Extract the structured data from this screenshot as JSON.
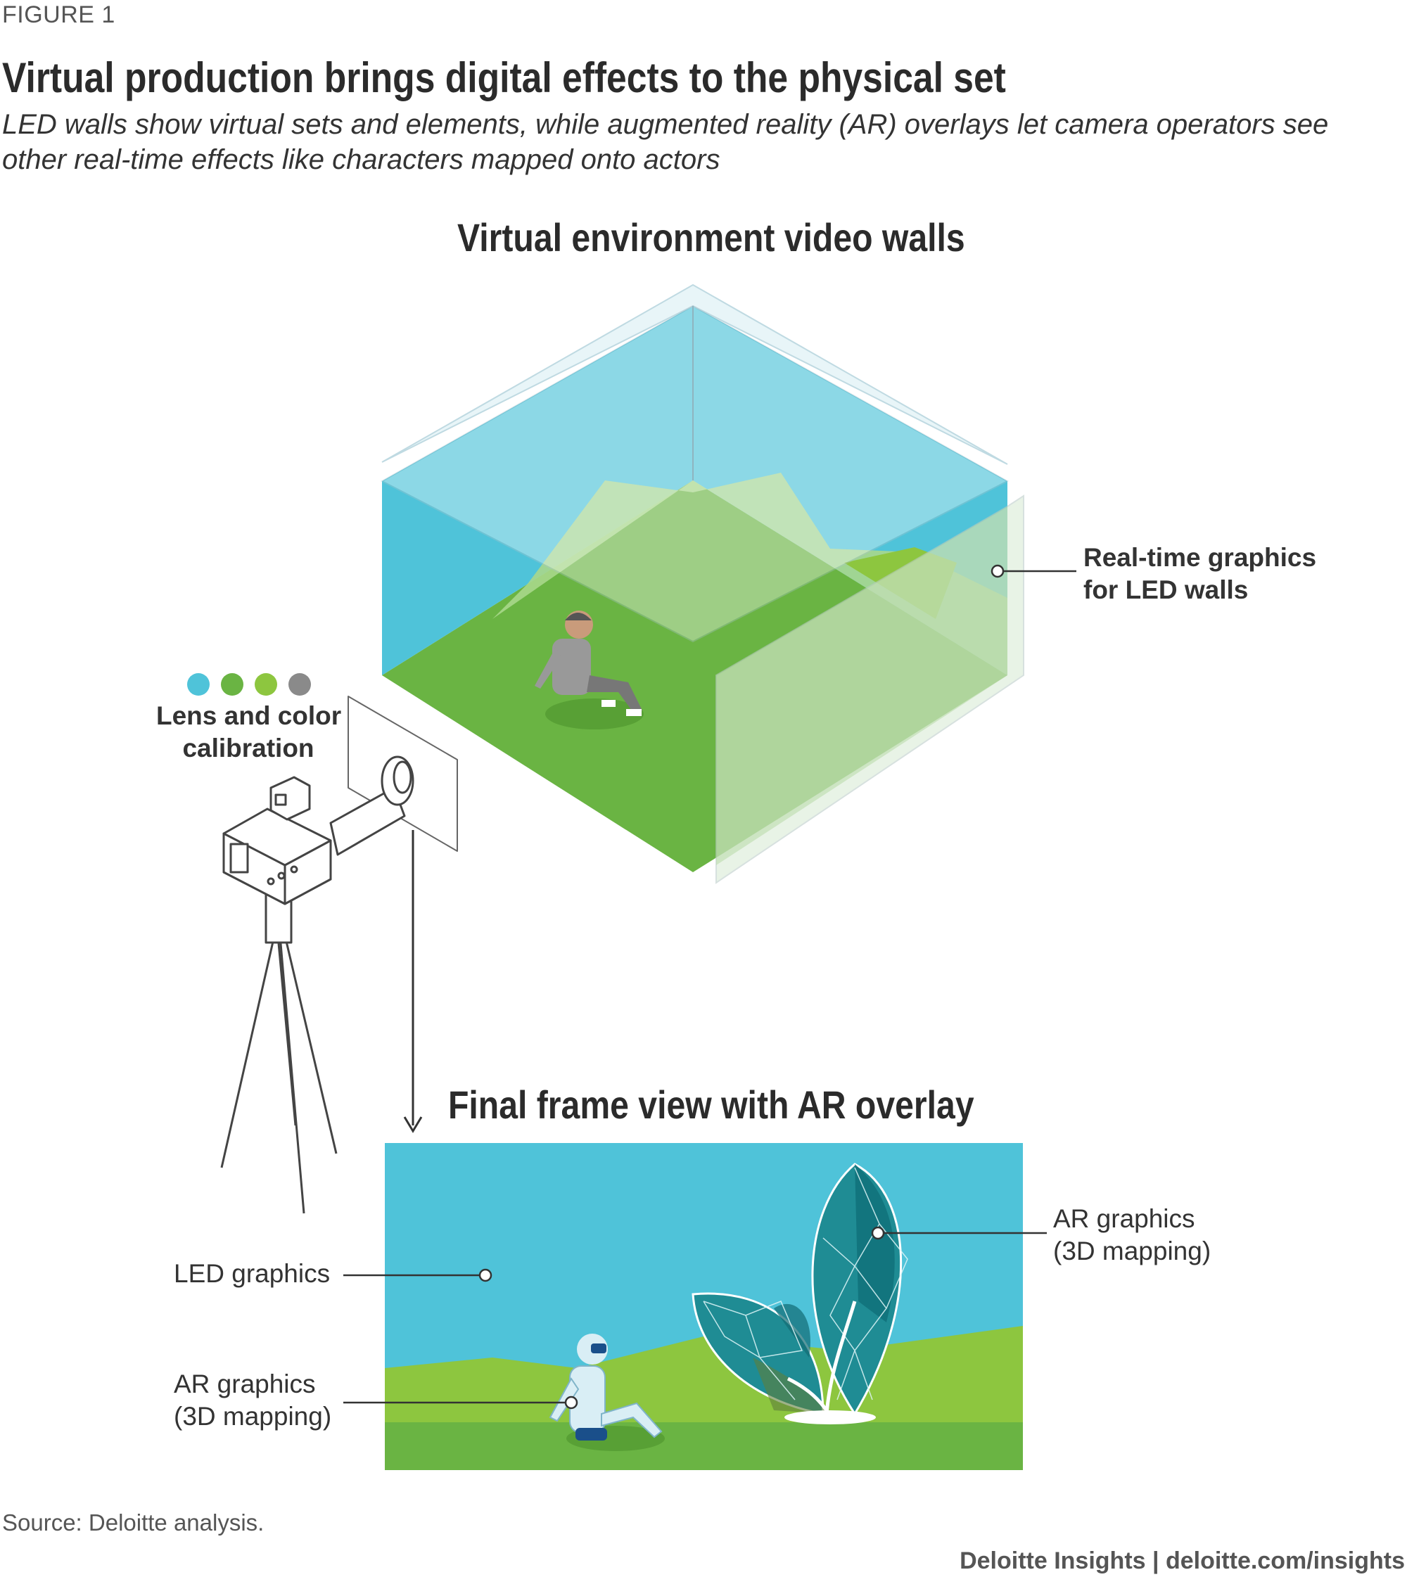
{
  "figure_label": "FIGURE 1",
  "title": "Virtual production brings digital effects to the physical set",
  "subtitle": "LED walls show virtual sets and elements, while augmented reality (AR) overlays let camera operators see other real-time effects like characters mapped onto actors",
  "sections": {
    "walls_title": "Virtual environment video walls",
    "frame_title": "Final frame view with AR overlay"
  },
  "callouts": {
    "realtime_line1": "Real-time graphics",
    "realtime_line2": "for LED walls",
    "lens_line1": "Lens and color",
    "lens_line2": "calibration",
    "led_graphics": "LED graphics",
    "ar_right_line1": "AR graphics",
    "ar_right_line2": "(3D mapping)",
    "ar_left_line1": "AR graphics",
    "ar_left_line2": "(3D mapping)"
  },
  "calibration_colors": [
    "#4fc3d9",
    "#6ab443",
    "#8dc63f",
    "#8a8a8a"
  ],
  "colors": {
    "sky": "#4fc3d9",
    "sky_light": "#9ed8e8",
    "grass": "#6ab443",
    "grass_light": "#8dc63f",
    "dark_teal": "#0f6f78"
  },
  "source": "Source: Deloitte analysis.",
  "credit": "Deloitte Insights | deloitte.com/insights"
}
